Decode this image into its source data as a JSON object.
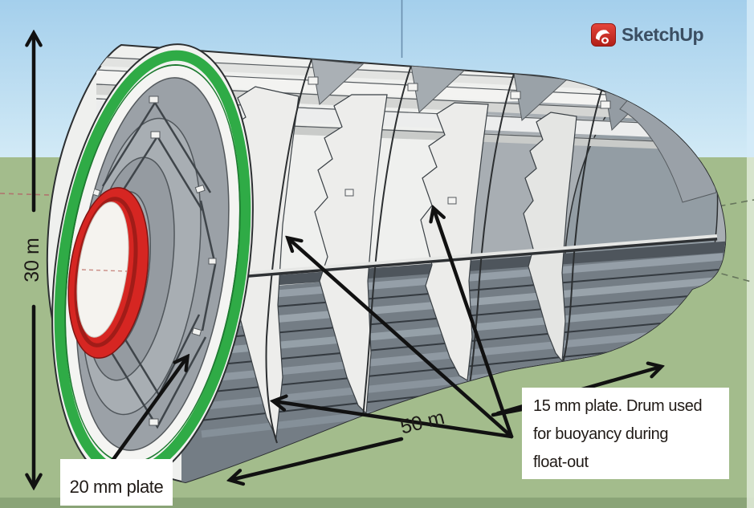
{
  "watermark": {
    "text": "SketchUp",
    "icon": "sketchup-cube-icon",
    "text_color": "#3b4e62",
    "icon_color": "#d7281f"
  },
  "dimensions": {
    "height": "30 m",
    "length": "50 m"
  },
  "labels": {
    "plate20": {
      "text": "20 mm plate"
    },
    "plate15": {
      "lines": [
        "15 mm plate. Drum used",
        "for buoyancy during",
        "float-out"
      ]
    }
  },
  "colors": {
    "sky_top": "#a4cfec",
    "sky_horizon": "#d2eaf6",
    "ground": "#a3bc8c",
    "ground_bottom_band": "#8aa477",
    "green_ring": "#2fab46",
    "red_ring": "#d62622",
    "drum_shell": "#eff0ee",
    "drum_interior_dark": "#747d85",
    "annotation": "#111111",
    "edge": "#2c2f31"
  },
  "scene": {
    "description": "SketchUp viewport: cylindrical steel drum, front ring green, center hole ringed red",
    "axes": [
      "blue-vertical-axis",
      "red-axis-dashes",
      "green-axis-dashes"
    ]
  }
}
